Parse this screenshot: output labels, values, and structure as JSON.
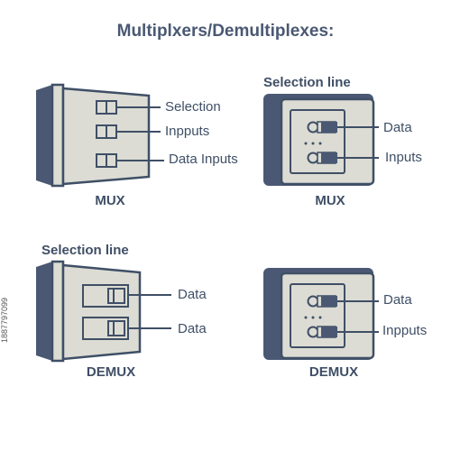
{
  "title": "Multiplxers/Demultiplexes:",
  "diagrams": {
    "mux_left": {
      "labels": [
        "Selection",
        "Inpputs",
        "Data Inputs"
      ],
      "caption": "MUX"
    },
    "mux_right": {
      "heading": "Selection line",
      "labels": [
        "Data",
        "Inputs"
      ],
      "caption": "MUX"
    },
    "demux_left": {
      "heading": "Selection line",
      "labels": [
        "Data",
        "Data"
      ],
      "caption": "DEMUX"
    },
    "demux_right": {
      "labels": [
        "Data",
        "Inpputs"
      ],
      "caption": "DEMUX"
    }
  },
  "stock_id": "1887797099",
  "colors": {
    "dark": "#4a5873",
    "panel": "#dcdcd4",
    "stroke": "#3f4f66"
  }
}
